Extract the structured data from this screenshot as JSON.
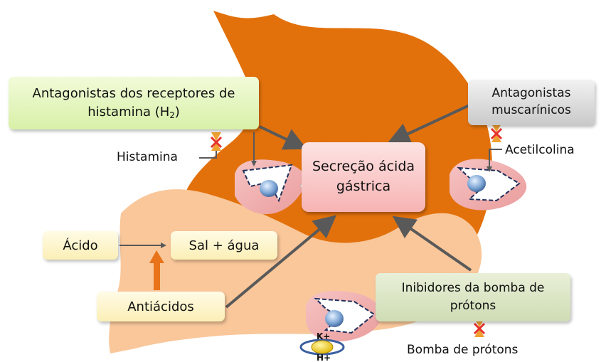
{
  "labels": {
    "h2_antagonists_line1": "Antagonistas dos receptores de",
    "h2_antagonists_line2_pre": "histamina (H",
    "h2_antagonists_sub": "2",
    "h2_antagonists_line2_post": ")",
    "histamine": "Histamina",
    "muscarinic_line1": "Antagonistas",
    "muscarinic_line2": "muscarínicos",
    "acetylcholine": "Acetilcolina",
    "gastric_secretion_line1": "Secreção ácida",
    "gastric_secretion_line2": "gástrica",
    "acid": "Ácido",
    "salt_water": "Sal + água",
    "antacids": "Antiácidos",
    "ppi_line1": "Inibidores da bomba de",
    "ppi_line2": "prótons",
    "proton_pump": "Bomba de prótons",
    "k_ion": "K+",
    "h_ion": "H+"
  },
  "colors": {
    "stomach_dark": "#e2710c",
    "stomach_light": "#f9c79a",
    "arrow_gray": "#595959",
    "block_red": "#e5322b",
    "block_orange": "#f0a030",
    "antacid_arrow": "#e8731a",
    "cell_pink": "#f3b2b2"
  }
}
